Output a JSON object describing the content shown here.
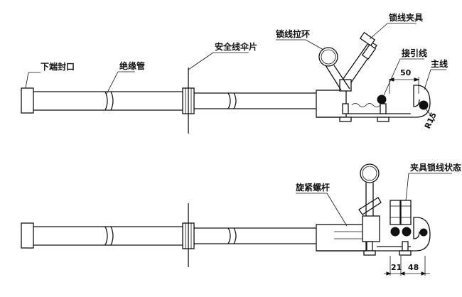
{
  "labels": {
    "lower_end_cap": "下端封口",
    "insulating_tube": "绝缘管",
    "safety_umbrella": "安全线伞片",
    "locking_pull_ring": "锁线拉环",
    "locking_clamp": "锁线夹具",
    "lead_wire": "接引线",
    "main_wire": "主线",
    "tightening_screw": "旋紧螺杆",
    "clamp_locked_state": "夹具锁线状态"
  },
  "dimensions": {
    "top_gap": "50",
    "top_radius": "R15",
    "bottom_left": "21",
    "bottom_right": "48"
  }
}
